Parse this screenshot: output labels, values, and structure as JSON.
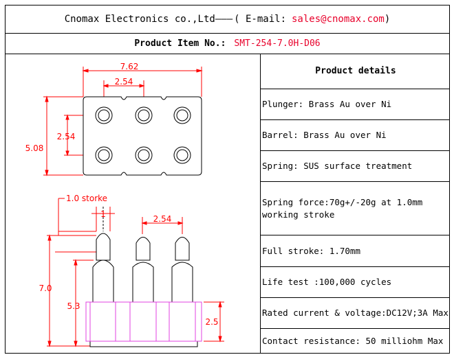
{
  "header": {
    "company": "Cnomax Electronics co.,Ltd",
    "dashes": "———",
    "email_label": "( E-mail:",
    "email": "sales@cnomax.com",
    "close_paren": ")"
  },
  "product_item": {
    "label": "Product Item No.:",
    "value": "SMT-254-7.0H-D06"
  },
  "drawing": {
    "top_view": {
      "width_dim": "7.62",
      "pitch_dim": "2.54",
      "row_pitch_dim": "2.54",
      "height_dim": "5.08"
    },
    "side_view": {
      "stroke_label": "1.0 storke",
      "stroke_dim": "1",
      "pitch_dim": "2.54",
      "total_height_dim": "7.0",
      "body_height_dim": "5.3",
      "barrel_dim": "2.5"
    }
  },
  "details": {
    "title": "Product details",
    "rows": [
      "Plunger: Brass Au over Ni",
      "Barrel: Brass Au over Ni",
      "Spring: SUS surface treatment",
      "Spring force:70g+/-20g at 1.0mm working stroke",
      "Full stroke: 1.70mm",
      "Life test :100,000 cycles",
      "Rated current & voltage:DC12V;3A Max",
      "Contact resistance: 50 milliohm Max"
    ]
  },
  "colors": {
    "accent_red": "#e8002a",
    "drawing_red": "#ff0000",
    "board_magenta": "#e040e0"
  }
}
